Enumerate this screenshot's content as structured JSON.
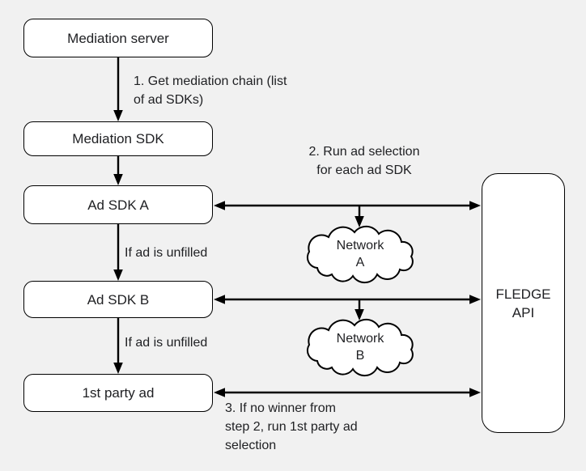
{
  "nodes": {
    "mediation_server": {
      "label": "Mediation server"
    },
    "mediation_sdk": {
      "label": "Mediation SDK"
    },
    "ad_sdk_a": {
      "label": "Ad SDK A"
    },
    "ad_sdk_b": {
      "label": "Ad SDK B"
    },
    "first_party_ad": {
      "label": "1st party ad"
    },
    "fledge_api": {
      "label": "FLEDGE\nAPI"
    }
  },
  "clouds": {
    "network_a": {
      "label": "Network\nA"
    },
    "network_b": {
      "label": "Network\nB"
    }
  },
  "annotations": {
    "step1": {
      "text": "1. Get mediation chain (list\nof ad SDKs)"
    },
    "step2": {
      "text": "2. Run ad selection\nfor each ad SDK"
    },
    "step3": {
      "text": "3. If no winner from\nstep 2, run 1st party ad\nselection"
    },
    "unfilled_after_a": {
      "text": "If ad is unfilled"
    },
    "unfilled_after_b": {
      "text": "If ad is unfilled"
    }
  },
  "colors": {
    "background": "#f1f1f1",
    "node_fill": "#ffffff",
    "stroke": "#000000",
    "text": "#202124"
  }
}
